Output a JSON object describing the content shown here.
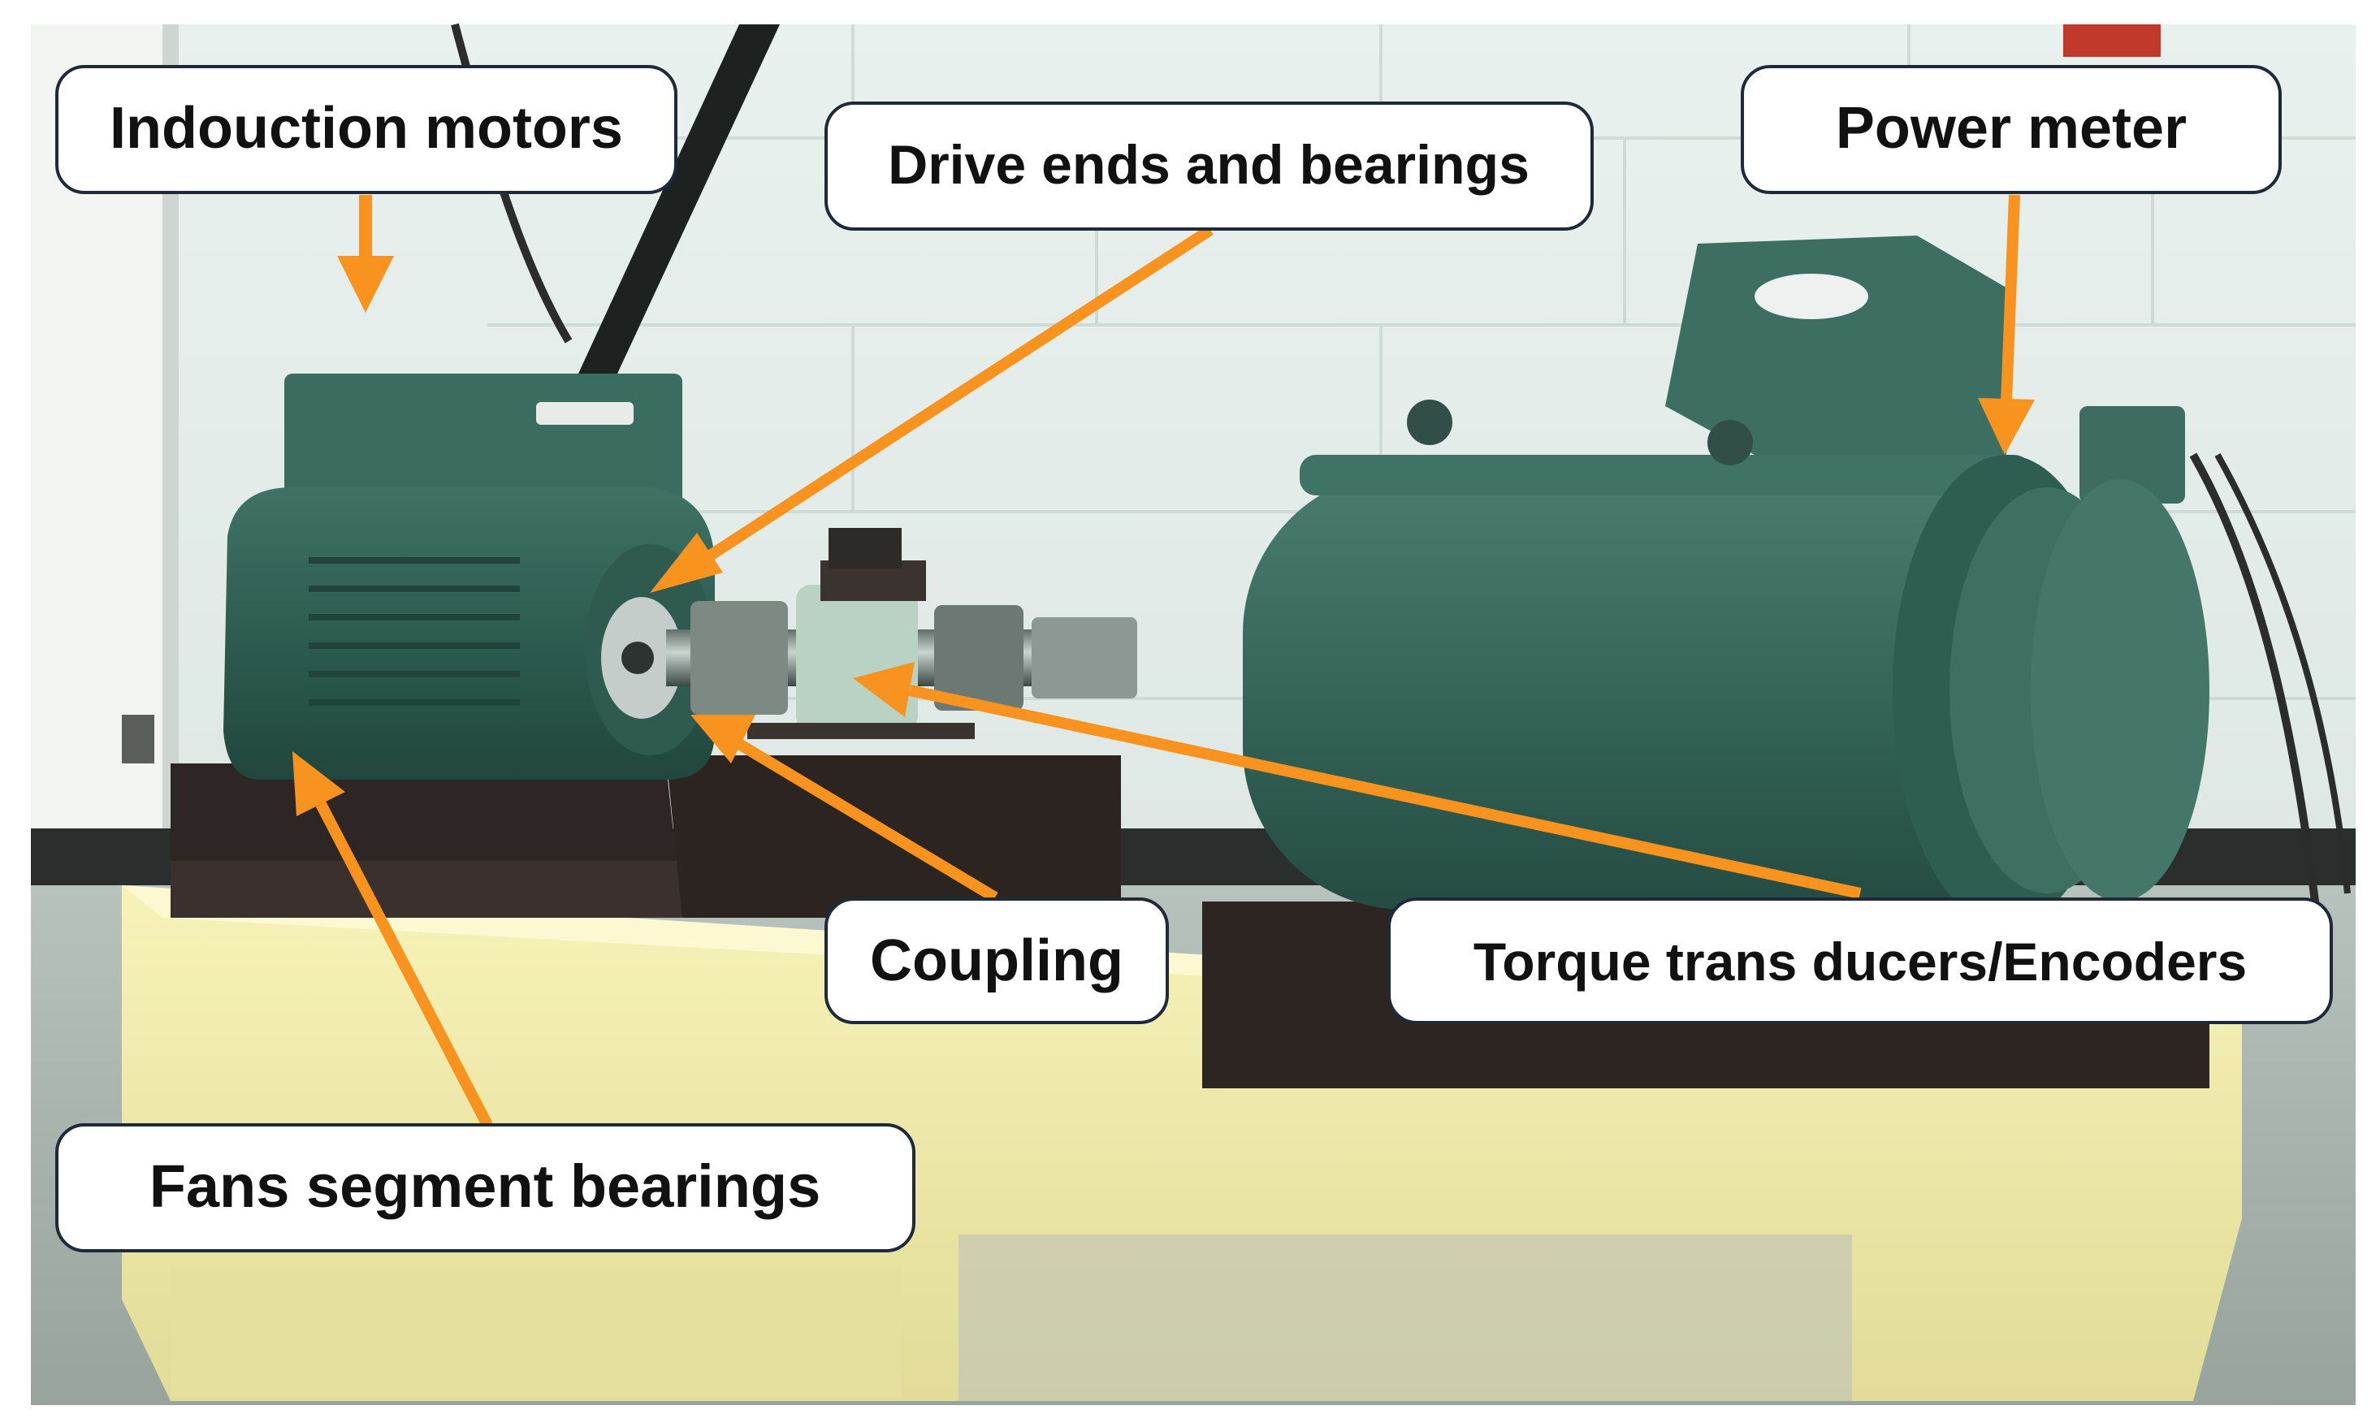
{
  "colors": {
    "accent_arrow": "#f7931e",
    "label_fill": "#ffffff",
    "label_border": "#1e2a3a",
    "motor_green": "#2f5f55",
    "base_yellow": "#efeaa8",
    "wall": "#dde8e4",
    "floor": "#a9b3ad"
  },
  "labels": {
    "induction_motors": "Indouction motors",
    "drive_ends": "Drive ends and bearings",
    "power_meter": "Power meter",
    "coupling": "Coupling",
    "torque": "Torque trans ducers/Encoders",
    "fans": "Fans segment bearings"
  }
}
